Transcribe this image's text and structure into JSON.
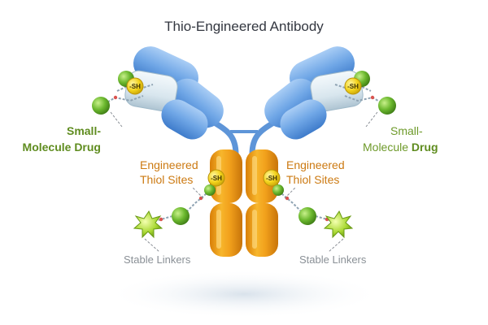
{
  "title": "Thio-Engineered Antibody",
  "labels": {
    "drug_left_line1": "Small-",
    "drug_left_line2": "Molecule Drug",
    "drug_right_line1": "Small-",
    "drug_right_line2_a": "Molecule ",
    "drug_right_line2_b": "Drug",
    "thiol_left_line1": "Engineered",
    "thiol_left_line2": "Thiol Sites",
    "thiol_right_line1": "Engineered",
    "thiol_right_line2": "Thiol Sites",
    "linkers_left": "Stable Linkers",
    "linkers_right": "Stable Linkers"
  },
  "sh_badge": "-SH",
  "colors": {
    "heavy_chain": "#6fa6e6",
    "light_chain": "#d8e6ee",
    "fc_region": "#f0a21e",
    "thiol_badge": "#f2d21a",
    "drug_sphere": "#6bb82e",
    "payload_star": "#a8d832",
    "label_drug": "#6e9a2a",
    "label_thiol": "#cc7a12",
    "label_linker": "#8a9096"
  },
  "icons": [
    "thiol-sh-badge",
    "drug-sphere",
    "payload-star",
    "chain-linker"
  ]
}
